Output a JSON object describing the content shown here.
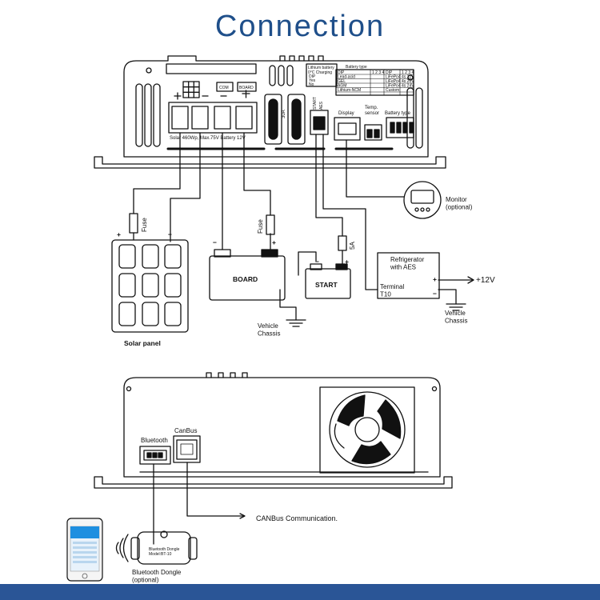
{
  "title": "Connection",
  "colors": {
    "title": "#1f4f8a",
    "bar": "#2a5596",
    "phone_screen": "#1e8fe0"
  },
  "controller": {
    "battery_type_header": "Lithium battery\n0°C Charging",
    "dip_labels": [
      "DIP",
      "Yes",
      "No"
    ],
    "battery_type_title": "Battery type",
    "battery_type_table": [
      [
        "DIP",
        "1 2 3 4",
        "DIP",
        "1 2 3 4"
      ],
      [
        "Lead-acid",
        "",
        "LiFePo4 4s 22V",
        ""
      ],
      [
        "GEL",
        "",
        "LiFePo4 4s 20V",
        ""
      ],
      [
        "AGM",
        "",
        "LiFePo4 4s 24V",
        ""
      ],
      [
        "Lithium-NCM",
        "",
        "Custom",
        ""
      ]
    ],
    "com_label": "COM",
    "board_label": "BOARD",
    "terminal_label": "Solar 460Wp, Max.75V     Battery 12V",
    "fuse_rating": "30A",
    "start_label": "START",
    "aes_label": "AES",
    "display_label": "Display",
    "temp_label": "Temp.\nsensor",
    "battery_type_port": "Battery type"
  },
  "components": {
    "fuse_left": "Fuse",
    "fuse_right": "Fuse",
    "fuse_5a": "5A",
    "solar_panel": "Solar panel",
    "board_battery": "BOARD",
    "start_battery": "START",
    "monitor": "Monitor\n(optional)",
    "refrigerator": "Refrigerator\nwith AES",
    "terminal": "Terminal\nT10",
    "plus_12v": "+12V",
    "vehicle_chassis_1": "Vehicle\nChassis",
    "vehicle_chassis_2": "Vehicle\nChassis"
  },
  "lower": {
    "bluetooth_label": "Bluetooth",
    "canbus_label": "CanBus",
    "canbus_comm": "CANBus Communication.",
    "dongle_label": "Bluetooth  Dongle\n(optional)",
    "dongle_text": "Bluetooth Dongle\nModel:BT-10"
  }
}
